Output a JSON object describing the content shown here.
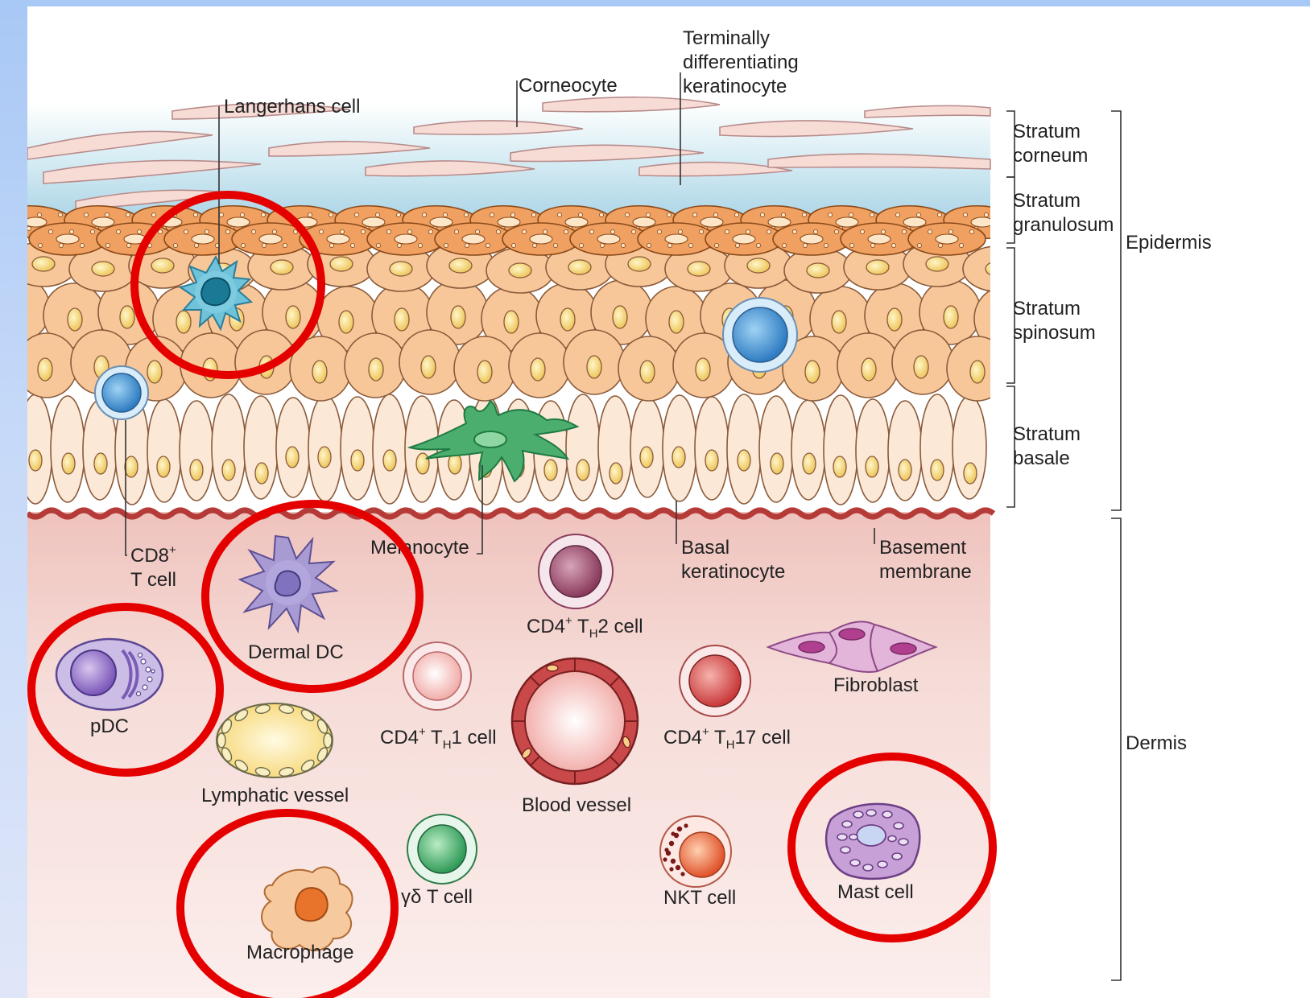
{
  "labels": {
    "corneocyte": "Corneocyte",
    "langerhans": "Langerhans cell",
    "terminally_1": "Terminally",
    "terminally_2": "differentiating",
    "terminally_3": "keratinocyte",
    "cd8_1": "CD8",
    "cd8_sup": "+",
    "cd8_2": "T cell",
    "melanocyte": "Melanocyte",
    "basal_1": "Basal",
    "basal_2": "keratinocyte",
    "basement_1": "Basement",
    "basement_2": "membrane",
    "dermal_dc": "Dermal DC",
    "pdc": "pDC",
    "th2_pre": "CD4",
    "th2_sup": "+",
    "th2_t": " T",
    "th2_sub": "H",
    "th2_post": "2 cell",
    "th1_pre": "CD4",
    "th1_sup": "+",
    "th1_t": " T",
    "th1_sub": "H",
    "th1_post": "1 cell",
    "th17_pre": "CD4",
    "th17_sup": "+",
    "th17_t": " T",
    "th17_sub": "H",
    "th17_post": "17 cell",
    "fibroblast": "Fibroblast",
    "lymphatic": "Lymphatic vessel",
    "blood": "Blood vessel",
    "gd_t": "γδ T cell",
    "nkt": "NKT cell",
    "mast": "Mast cell",
    "macrophage": "Macrophage"
  },
  "layers": {
    "corneum_1": "Stratum",
    "corneum_2": "corneum",
    "granulosum_1": "Stratum",
    "granulosum_2": "granulosum",
    "spinosum_1": "Stratum",
    "spinosum_2": "spinosum",
    "basale_1": "Stratum",
    "basale_2": "basale",
    "epidermis": "Epidermis",
    "dermis": "Dermis"
  },
  "colors": {
    "highlight_circle": "#e50000",
    "stratum_corneum_bg": "#cfe6f0",
    "granular_cell": "#f0a060",
    "spinous_cell": "#f7c79a",
    "basal_cell": "#fbe8d6",
    "dermis_bg": "#f4d4d0"
  }
}
